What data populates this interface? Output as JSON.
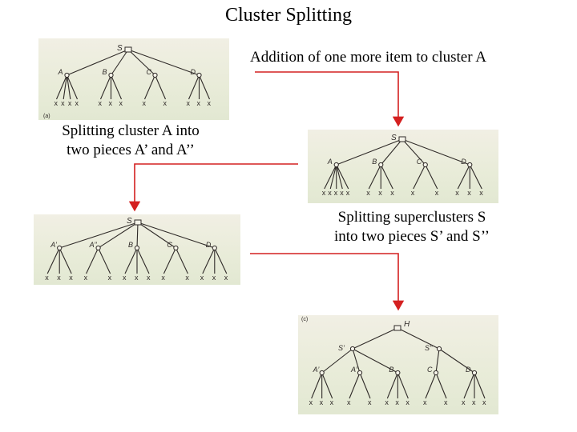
{
  "title": "Cluster Splitting",
  "captions": {
    "addition": "Addition of one more item to cluster A",
    "split_a_line1": "Splitting cluster A into",
    "split_a_line2": "two pieces A’ and A’’",
    "split_s_line1": "Splitting superclusters S",
    "split_s_line2": "into two pieces S’ and S’’"
  },
  "colors": {
    "arrow": "#d42020",
    "tree": "#2f2a28"
  },
  "trees": {
    "panel1": {
      "root": "S",
      "clusters": [
        {
          "label": "A",
          "leaves": [
            "x",
            "x",
            "x",
            "x"
          ]
        },
        {
          "label": "B",
          "leaves": [
            "x",
            "x",
            "x"
          ]
        },
        {
          "label": "C",
          "leaves": [
            "x",
            "x"
          ]
        },
        {
          "label": "D",
          "leaves": [
            "x",
            "x",
            "x"
          ]
        }
      ],
      "corner_label": "(a)"
    },
    "panel2": {
      "root": "S",
      "clusters": [
        {
          "label": "A",
          "leaves": [
            "x",
            "x",
            "x",
            "x",
            "x"
          ]
        },
        {
          "label": "B",
          "leaves": [
            "x",
            "x",
            "x"
          ]
        },
        {
          "label": "C",
          "leaves": [
            "x",
            "x"
          ]
        },
        {
          "label": "D",
          "leaves": [
            "x",
            "x",
            "x"
          ]
        }
      ]
    },
    "panel3": {
      "root": "S",
      "clusters": [
        {
          "label": "A’",
          "leaves": [
            "x",
            "x",
            "x"
          ]
        },
        {
          "label": "A’’",
          "leaves": [
            "x",
            "x"
          ]
        },
        {
          "label": "B",
          "leaves": [
            "x",
            "x",
            "x"
          ]
        },
        {
          "label": "C",
          "leaves": [
            "x",
            "x"
          ]
        },
        {
          "label": "D",
          "leaves": [
            "x",
            "x",
            "x"
          ]
        }
      ]
    },
    "panel4": {
      "root": "H",
      "corner_label": "(c)",
      "superclusters": [
        {
          "label": "S’",
          "clusters": [
            {
              "label": "A’",
              "leaves": [
                "x",
                "x",
                "x"
              ]
            },
            {
              "label": "A’’",
              "leaves": [
                "x",
                "x"
              ]
            },
            {
              "label": "B",
              "leaves": [
                "x",
                "x",
                "x"
              ]
            }
          ]
        },
        {
          "label": "S’’",
          "clusters": [
            {
              "label": "C",
              "leaves": [
                "x",
                "x"
              ]
            },
            {
              "label": "D",
              "leaves": [
                "x",
                "x",
                "x"
              ]
            }
          ]
        }
      ]
    }
  }
}
